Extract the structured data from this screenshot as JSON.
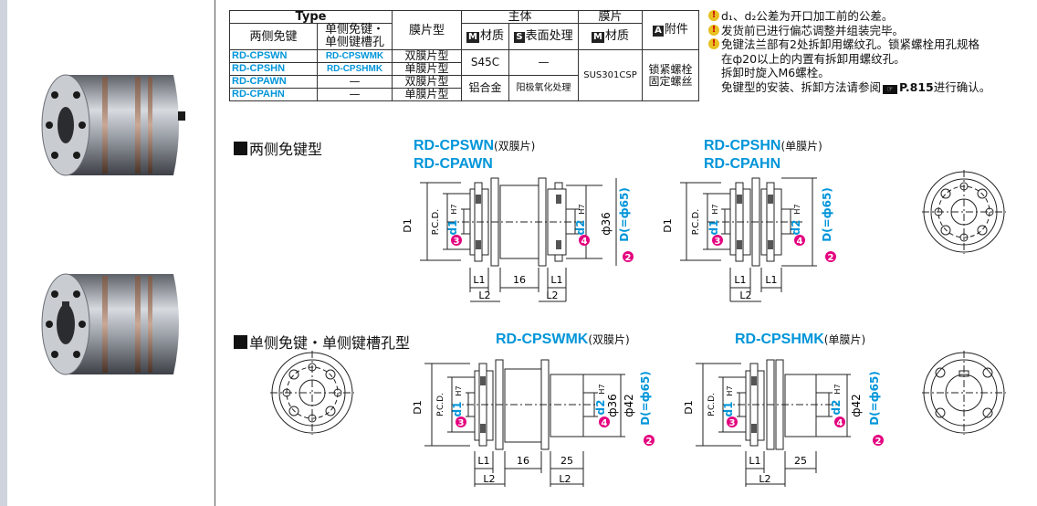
{
  "table": {
    "header_type": "Type",
    "header_two_sides": "两侧免键",
    "header_single_side": "单侧免键・\n单侧键槽孔",
    "header_film_type": "膜片型",
    "header_body": "主体",
    "header_film": "膜片",
    "header_attachment": "附件",
    "header_material": "材质",
    "header_surface": "表面处理",
    "header_film_material": "材质",
    "icon_m": "M",
    "icon_s": "S",
    "icon_a": "A",
    "rows": [
      {
        "a": "RD-CPSWN",
        "b": "RD-CPSWMK",
        "film": "双膜片型"
      },
      {
        "a": "RD-CPSHN",
        "b": "RD-CPSHMK",
        "film": "单膜片型"
      },
      {
        "a": "RD-CPAWN",
        "b": "—",
        "film": "双膜片型"
      },
      {
        "a": "RD-CPAHN",
        "b": "—",
        "film": "单膜片型"
      }
    ],
    "mat_steel": "S45C",
    "surface_steel": "—",
    "mat_al": "铝合金",
    "surface_al": "阳极氧化处理",
    "film_material": "SUS301CSP",
    "attachment_1": "锁紧螺栓",
    "attachment_2": "固定螺丝"
  },
  "notes": {
    "n1": "d₁、d₂公差为开口加工前的公差。",
    "n2": "发货前已进行偏芯调整并组装完毕。",
    "n3": "免键法兰部有2处拆卸用螺纹孔。锁紧螺栓用孔规格",
    "n3b": "在ф20以上的内置有拆卸用螺纹孔。",
    "n3c": "拆卸时旋入M6螺栓。",
    "n4_pre": "免键型的安装、拆卸方法请参阅",
    "n4_ref": "P.815",
    "n4_post": "进行确认。",
    "ref_icon": "book-ref-icon"
  },
  "sections": {
    "s1": "两侧免键型",
    "s2": "单侧免键・单侧键槽孔型"
  },
  "models": {
    "m1": "RD-CPSWN",
    "m1_suffix": "(双膜片)",
    "m1b": "RD-CPAWN",
    "m2": "RD-CPSHN",
    "m2_suffix": "(单膜片)",
    "m2b": "RD-CPAHN",
    "m3": "RD-CPSWMK",
    "m3_suffix": "(双膜片)",
    "m4": "RD-CPSHMK",
    "m4_suffix": "(单膜片)"
  },
  "dims": {
    "D1": "D1",
    "PCD": "P.C.D.",
    "d1": "d1",
    "d1_tol": "H7",
    "d2": "d2",
    "d2_tol": "H7",
    "phi36": "ф36",
    "phi42": "ф42",
    "D_phi65": "D(=ф65)",
    "L1": "L1",
    "L2": "L2",
    "w16": "16",
    "w25": "25",
    "n3": "3",
    "n4": "4",
    "n2": "2"
  },
  "colors": {
    "accent": "#0095d9",
    "marker": "#e4007f"
  }
}
